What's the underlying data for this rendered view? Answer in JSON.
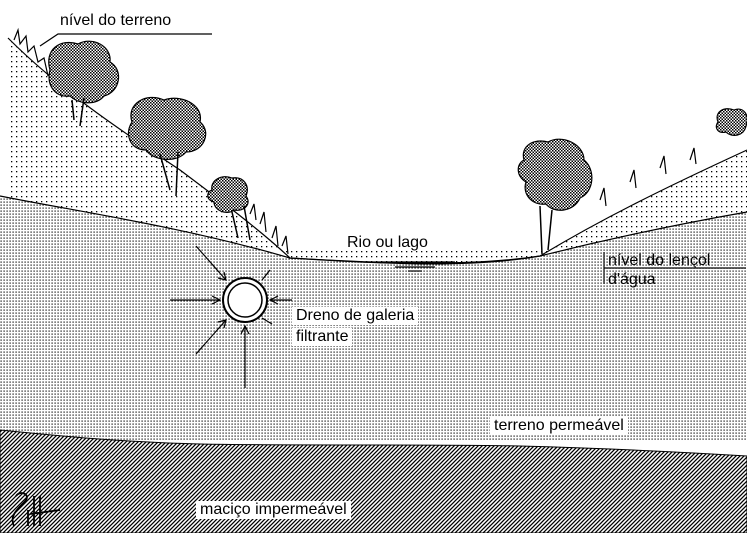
{
  "labels": {
    "ground_level": "nível do terreno",
    "river_or_lake": "Rio ou lago",
    "water_table": "nível do lençol",
    "water_table_2": "d'água",
    "drain_line1": "Dreno de galeria",
    "drain_line2": "filtrante",
    "permeable_ground": "terreno permeável",
    "impermeable_mass": "maciço impermeável"
  },
  "colors": {
    "ink": "#000000",
    "paper": "#ffffff"
  }
}
